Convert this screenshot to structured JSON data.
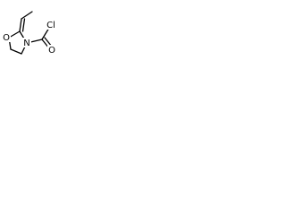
{
  "molecule": {
    "atoms": {
      "ring_oxygen": "O",
      "ring_nitrogen": "N",
      "carbonyl_oxygen": "O",
      "chlorine": "Cl"
    }
  }
}
